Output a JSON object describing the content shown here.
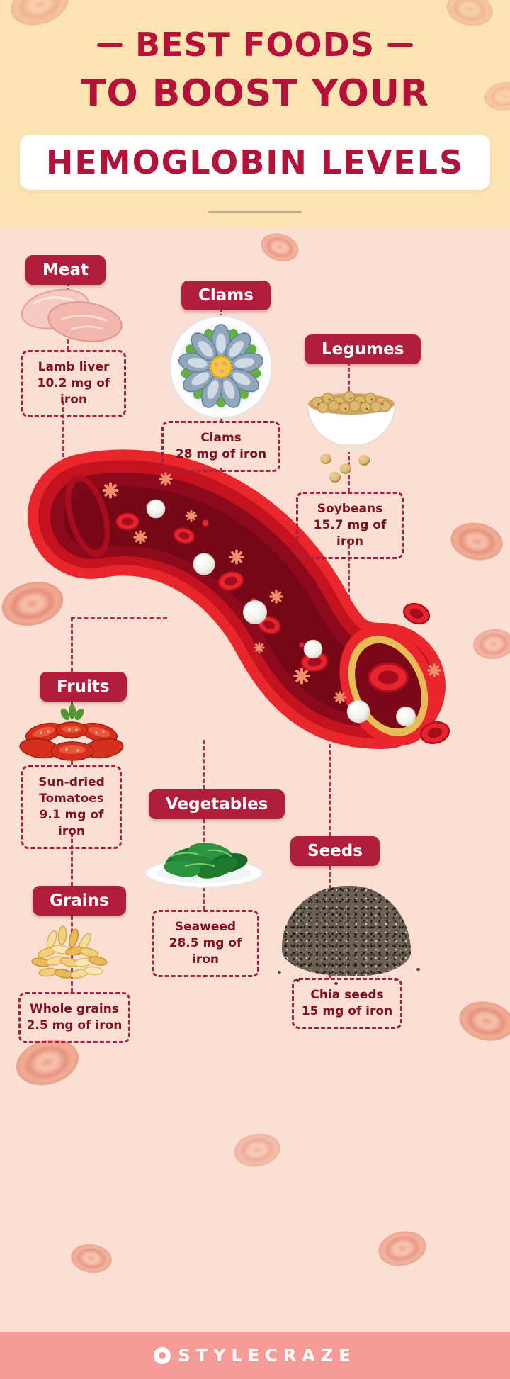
{
  "header": {
    "title_line1": "BEST FOODS",
    "title_line2": "TO BOOST YOUR",
    "title_line3": "HEMOGLOBIN LEVELS"
  },
  "categories": [
    {
      "label": "Meat",
      "item": "Lamb liver",
      "amount": "10.2 mg of iron",
      "illustration": "meat-pieces-icon"
    },
    {
      "label": "Clams",
      "item": "Clams",
      "amount": "28 mg of iron",
      "illustration": "clam-plate-icon"
    },
    {
      "label": "Legumes",
      "item": "Soybeans",
      "amount": "15.7 mg of iron",
      "illustration": "soybean-bowl-icon"
    },
    {
      "label": "Fruits",
      "item": "Sun-dried Tomatoes",
      "amount": "9.1 mg of iron",
      "illustration": "sun-dried-tomatoes-icon"
    },
    {
      "label": "Vegetables",
      "item": "Seaweed",
      "amount": "28.5 mg of iron",
      "illustration": "seaweed-plate-icon"
    },
    {
      "label": "Grains",
      "item": "Whole grains",
      "amount": "2.5 mg of iron",
      "illustration": "grain-pile-icon"
    },
    {
      "label": "Seeds",
      "item": "Chia seeds",
      "amount": "15 mg of iron",
      "illustration": "chia-seed-pile-icon"
    }
  ],
  "center_illustration": "blood-vessel-icon",
  "footer": {
    "brand": "STYLECRAZE"
  },
  "colors": {
    "accent_red": "#b01e3c",
    "title_red": "#b5123a",
    "header_bg": "#fce4b2",
    "body_bg": "#fbdfd2",
    "footer_bg": "#f69c98",
    "vessel_red": "#e8262c",
    "vessel_lumen": "#7a0818",
    "vessel_wall_edge": "#e9bd55"
  }
}
